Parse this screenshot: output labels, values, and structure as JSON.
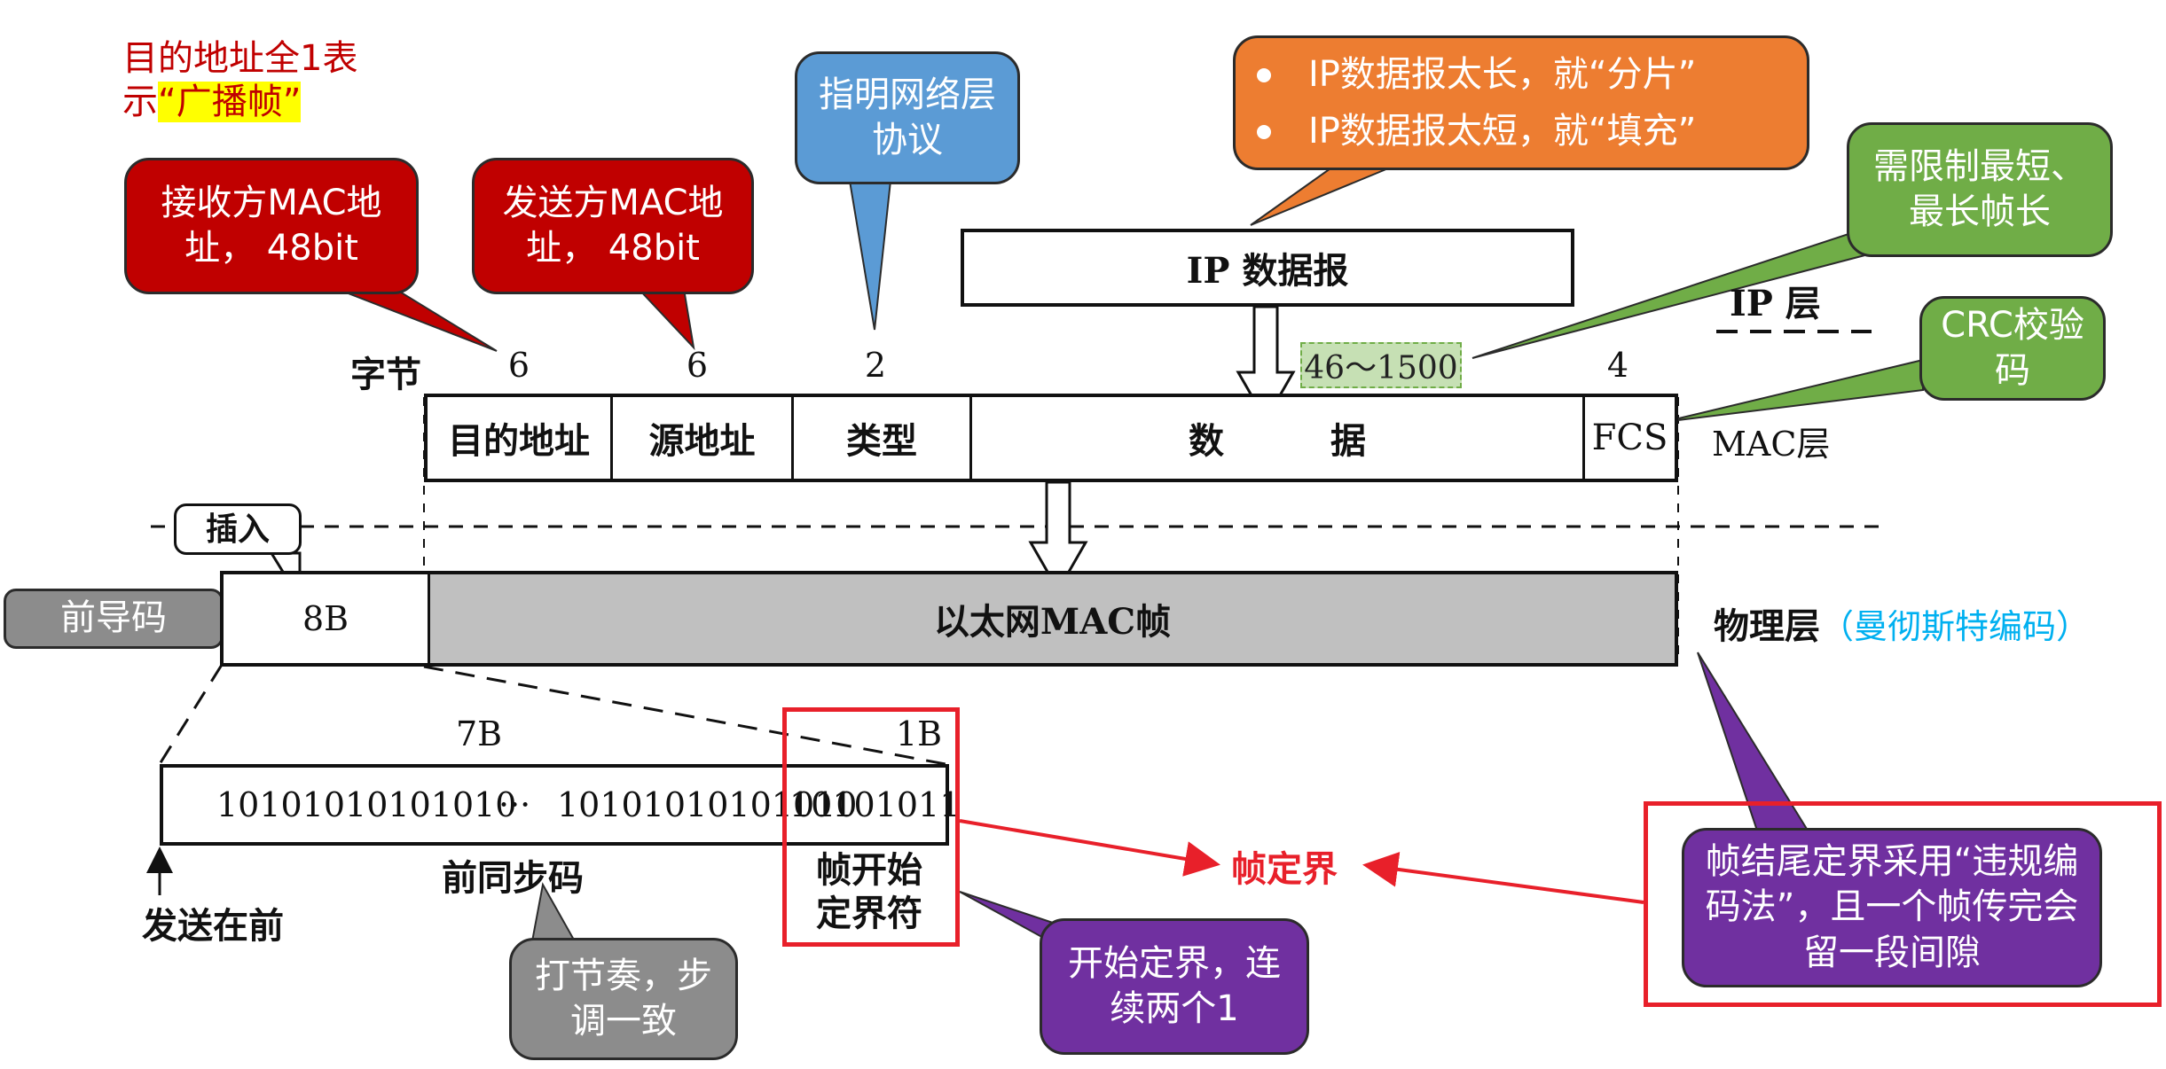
{
  "top_note": {
    "line1": "目的地址全1表",
    "line2_plain": "示",
    "line2_highlight": "“广播帧”"
  },
  "callouts": {
    "receiver": "接收方MAC地址， 48bit",
    "sender": "发送方MAC地址， 48bit",
    "type_note": "指明网络层协议",
    "ip_notes": [
      "IP数据报太长，就“分片”",
      "IP数据报太短，就“填充”"
    ],
    "length_limit": "需限制最短、最长帧长",
    "crc": "CRC校验码",
    "insert": "插入",
    "preamble": "前导码",
    "rhythm": "打节奏，步调一致",
    "start_delim": "开始定界，连续两个1",
    "end_delim": "帧结尾定界采用“违规编码法”，且一个帧传完会留一段间隙"
  },
  "ip_layer": {
    "datagram_label": "IP 数据报",
    "layer_label": "IP 层",
    "data_range": "46～1500"
  },
  "mac_layer": {
    "bytes_label": "字节",
    "sizes": [
      "6",
      "6",
      "2",
      "4"
    ],
    "fields": [
      "目的地址",
      "源地址",
      "类型",
      "数　　　据",
      "FCS"
    ],
    "layer_label": "MAC层"
  },
  "phys_layer": {
    "preamble_size": "8B",
    "frame_label": "以太网MAC帧",
    "layer_label": "物理层",
    "encoding_label": "（曼彻斯特编码）"
  },
  "preamble_detail": {
    "size_7b": "7B",
    "size_1b": "1B",
    "bits_part1": "10101010101010",
    "ellipsis": "···",
    "bits_part2": "10101010101010",
    "bits_sfd": "10101011",
    "sync_label": "前同步码",
    "sfd_label": "帧开始定界符",
    "send_first": "发送在前",
    "frame_delimit": "帧定界"
  },
  "colors": {
    "red": "#c00000",
    "blue": "#5b9bd5",
    "orange": "#ed7d31",
    "green": "#70ad47",
    "gray": "#8c8c8c",
    "purple": "#7030a0",
    "highlight_red": "#e8202a",
    "cyan": "#00b0f0"
  }
}
